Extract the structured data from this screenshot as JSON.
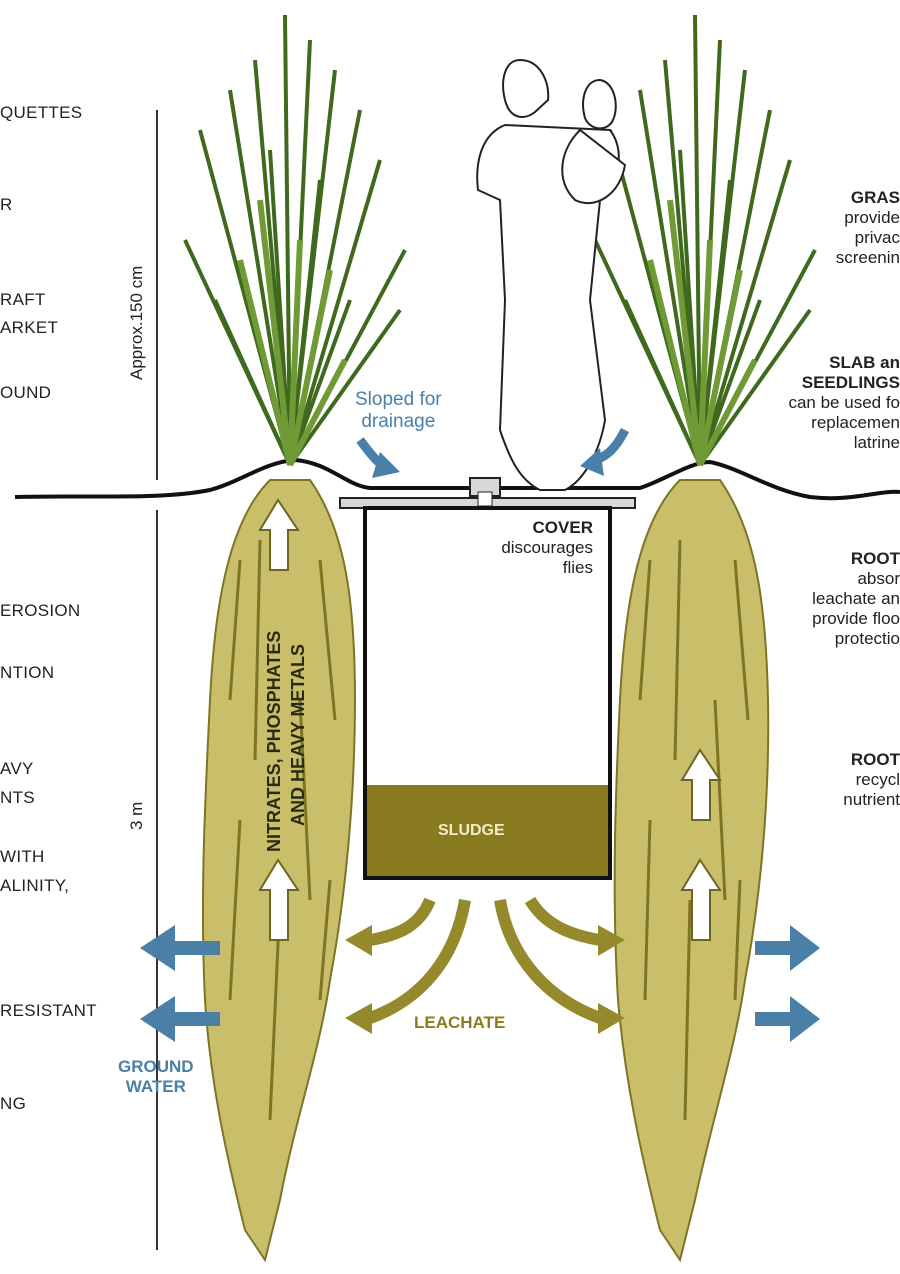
{
  "left_labels": [
    "QUETTES",
    "R",
    "RAFT",
    "ARKET",
    "OUND",
    "EROSION",
    "NTION",
    "AVY",
    "NTS",
    "WITH",
    "ALINITY,",
    "RESISTANT",
    "NG"
  ],
  "dimensions": {
    "upper": "Approx.150 cm",
    "lower": "3 m"
  },
  "annotations": {
    "sloped_line1": "Sloped for",
    "sloped_line2": "drainage",
    "cover_title": "COVER",
    "cover_line1": "discourages",
    "cover_line2": "flies",
    "sludge": "SLUDGE",
    "leachate": "LEACHATE",
    "groundwater_line1": "GROUND",
    "groundwater_line2": "WATER",
    "root_text_line1": "NITRATES, PHOSPHATES",
    "root_text_line2": "AND HEAVY METALS"
  },
  "right_labels": {
    "grass_title": "GRAS",
    "grass_line1": "provide",
    "grass_line2": "privac",
    "grass_line3": "screenin",
    "slab_title1": "SLAB an",
    "slab_title2": "SEEDLINGS",
    "slab_line1": "can be used fo",
    "slab_line2": "replacemen",
    "slab_line3": "latrine",
    "roots1_title": "ROOT",
    "roots1_line1": "absor",
    "roots1_line2": "leachate an",
    "roots1_line3": "provide floo",
    "roots1_line4": "protectio",
    "roots2_title": "ROOT",
    "roots2_line1": "recycl",
    "roots2_line2": "nutrient"
  },
  "colors": {
    "grass_dark": "#3f6a1e",
    "grass_mid": "#6f9a36",
    "roots": "#c9bf6a",
    "roots_dark": "#7d7428",
    "sludge": "#8a7a1f",
    "leachate": "#948a2c",
    "groundwater": "#4a7fa8",
    "slab": "#d8d8d8"
  }
}
